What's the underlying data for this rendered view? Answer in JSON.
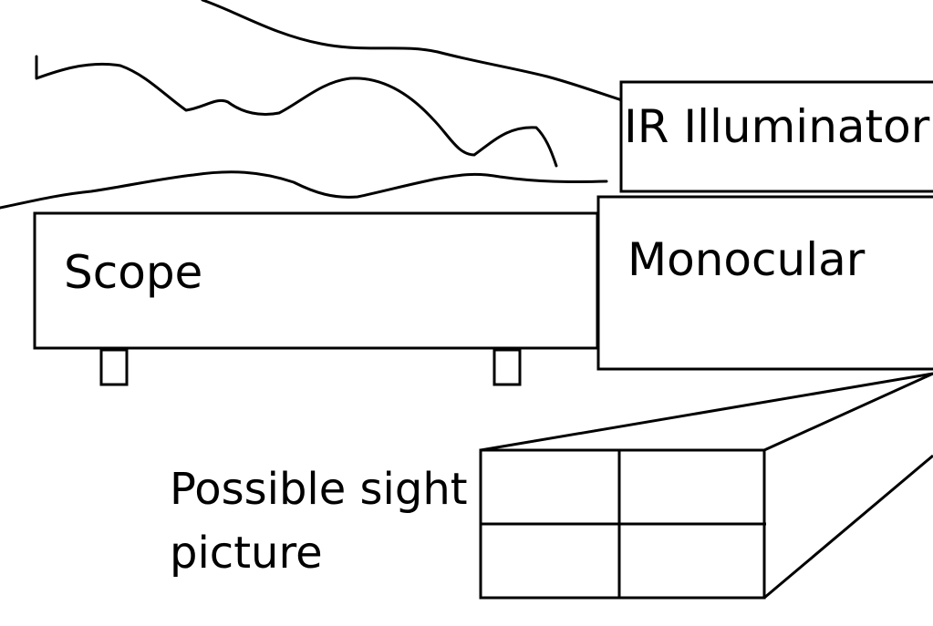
{
  "diagram": {
    "labels": {
      "illuminator": "IR Illuminator",
      "monocular": "Monocular",
      "scope": "Scope",
      "sight_picture_line1": "Possible sight",
      "sight_picture_line2": "picture"
    },
    "stroke_color": "#000000",
    "background_color": "#ffffff"
  }
}
